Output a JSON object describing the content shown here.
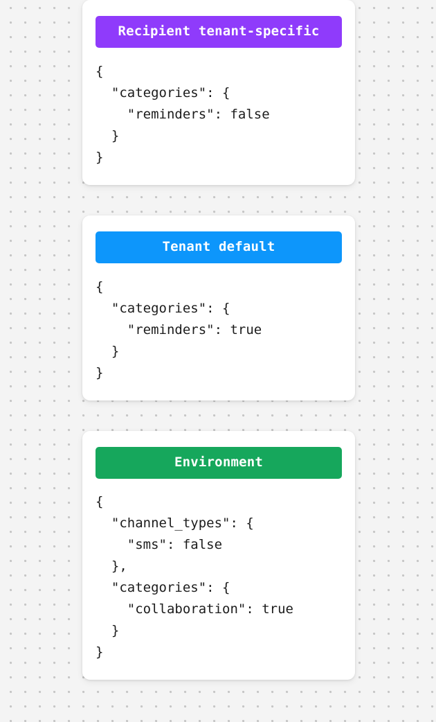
{
  "page": {
    "background_color": "#f4f4f4",
    "dot_color": "#c6c6c6",
    "card_background": "#ffffff",
    "code_text_color": "#1c1c1c"
  },
  "cards": [
    {
      "name": "recipient-tenant-specific",
      "header_label": "Recipient tenant-specific",
      "header_color": "#8f3bfb",
      "code": "{\n  \"categories\": {\n    \"reminders\": false\n  }\n}"
    },
    {
      "name": "tenant-default",
      "header_label": "Tenant default",
      "header_color": "#0d96fb",
      "code": "{\n  \"categories\": {\n    \"reminders\": true\n  }\n}"
    },
    {
      "name": "environment",
      "header_label": "Environment",
      "header_color": "#16a75c",
      "code": "{\n  \"channel_types\": {\n    \"sms\": false\n  },\n  \"categories\": {\n    \"collaboration\": true\n  }\n}"
    }
  ]
}
